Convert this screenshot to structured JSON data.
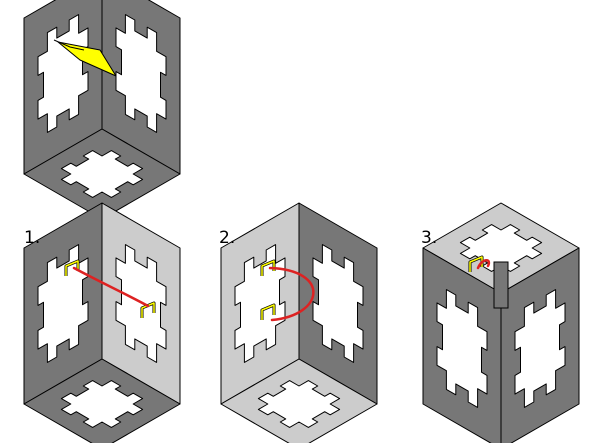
{
  "colors": {
    "face_dark": "#777777",
    "face_light": "#cccccc",
    "hole": "#ffffff",
    "edge": "#000000",
    "marker_fill": "#ffff00",
    "marker_edge": "#000000",
    "path": "#dd2222"
  },
  "steps": [
    {
      "label": "1."
    },
    {
      "label": "2."
    },
    {
      "label": "3."
    }
  ]
}
